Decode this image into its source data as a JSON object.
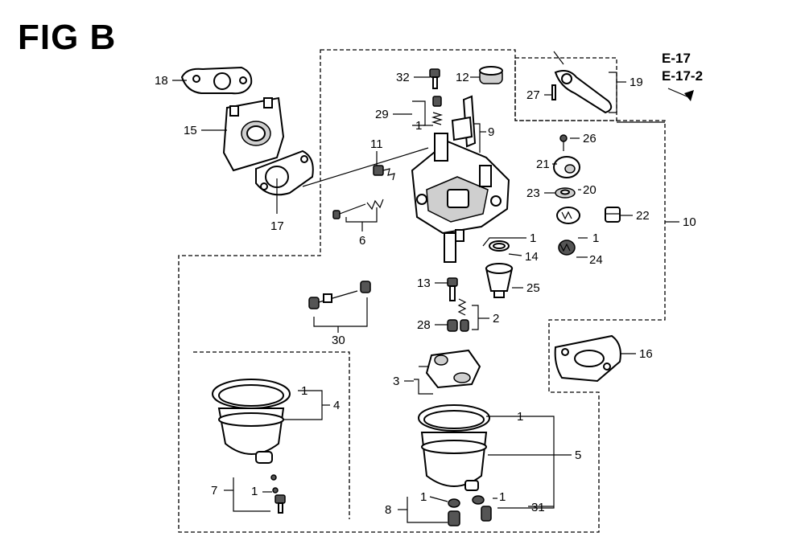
{
  "figure": {
    "title": "FIG B",
    "refs": [
      "E-17",
      "E-17-2"
    ]
  },
  "labels": {
    "l18": "18",
    "l15": "15",
    "l17": "17",
    "l32": "32",
    "l12": "12",
    "l27": "27",
    "l19": "19",
    "l29": "29",
    "l29q": "1",
    "l9": "9",
    "l11": "11",
    "l6": "6",
    "l26": "26",
    "l21": "21",
    "l23": "23",
    "l20": "20",
    "l22": "22",
    "l1q": "1",
    "l24": "24",
    "l10": "10",
    "l14q": "1",
    "l14": "14",
    "l25": "25",
    "l13": "13",
    "l28": "28",
    "l2": "2",
    "l30": "30",
    "l16": "16",
    "l4q": "1",
    "l4": "4",
    "l3": "3",
    "l5q": "1",
    "l5": "5",
    "l7": "7",
    "l7q": "1",
    "l8": "8",
    "l8q": "1",
    "l31q": "1",
    "l31": "31"
  }
}
